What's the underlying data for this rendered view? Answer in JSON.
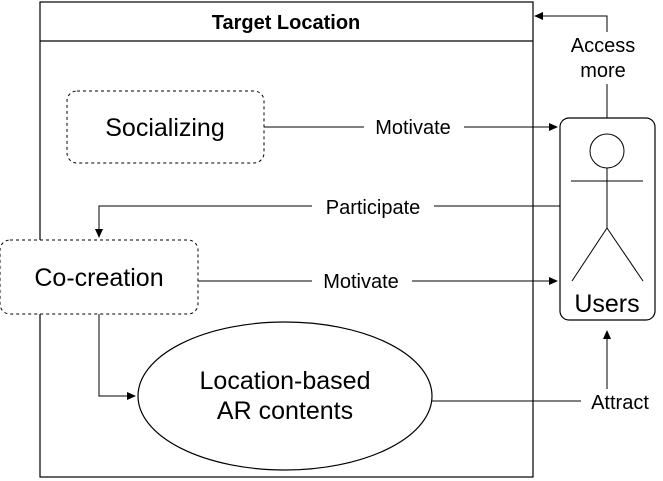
{
  "diagram": {
    "container": {
      "title": "Target Location"
    },
    "nodes": {
      "socializing": "Socializing",
      "cocreation": "Co-creation",
      "ar_contents": {
        "line1": "Location-based",
        "line2": "AR contents"
      },
      "users": "Users"
    },
    "edges": {
      "access_more": {
        "line1": "Access",
        "line2": "more"
      },
      "motivate_top": "Motivate",
      "participate": "Participate",
      "motivate_bottom": "Motivate",
      "attract": "Attract"
    }
  }
}
